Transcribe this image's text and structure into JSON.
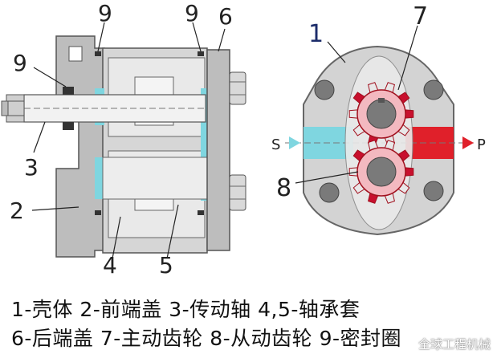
{
  "left_view": {
    "callouts": [
      "9",
      "9",
      "6",
      "9",
      "3",
      "2",
      "4",
      "5"
    ]
  },
  "right_view": {
    "callouts": [
      "1",
      "7",
      "8"
    ],
    "port_in": "S",
    "port_out": "P"
  },
  "legend": {
    "line1": "1-壳体 2-前端盖 3-传动轴 4,5-轴承套",
    "line2": "6-后端盖 7-主动齿轮 8-从动齿轮 9-密封圈"
  },
  "watermark": "全球工程机械",
  "colors": {
    "housing": "#cfcfcf",
    "housing_dark": "#8c8c8c",
    "suction": "#7fd6e0",
    "pressure": "#e0202a",
    "callout_blue": "#1c2c6a",
    "gear_red": "#c8102e"
  }
}
